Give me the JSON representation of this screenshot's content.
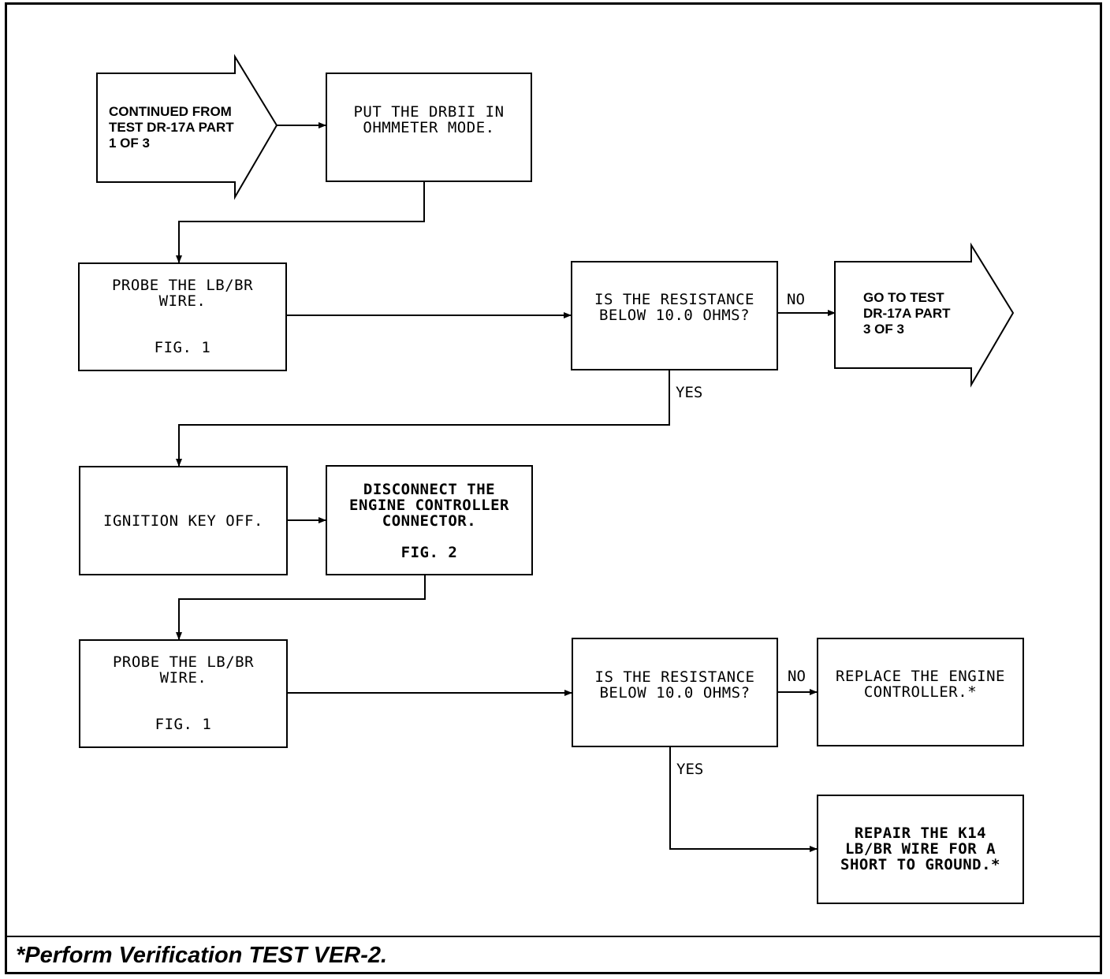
{
  "start": {
    "line1": "CONTINUED FROM",
    "line2": "TEST DR-17A PART",
    "line3": "1 OF 3"
  },
  "step1": {
    "line1": "PUT THE DRBII IN",
    "line2": "OHMMETER MODE."
  },
  "step2": {
    "line1": "PROBE THE LB/BR",
    "line2": "WIRE.",
    "fig": "FIG. 1"
  },
  "decision1": {
    "line1": "IS THE RESISTANCE",
    "line2": "BELOW 10.0 OHMS?",
    "no": "NO",
    "yes": "YES"
  },
  "goto": {
    "line1": "GO TO TEST",
    "line2": "DR-17A PART",
    "line3": "3 OF 3"
  },
  "step3": {
    "line1": "IGNITION KEY OFF."
  },
  "step4": {
    "line1": "DISCONNECT THE",
    "line2": "ENGINE CONTROLLER",
    "line3": "CONNECTOR.",
    "fig": "FIG. 2"
  },
  "step5": {
    "line1": "PROBE THE LB/BR",
    "line2": "WIRE.",
    "fig": "FIG. 1"
  },
  "decision2": {
    "line1": "IS THE RESISTANCE",
    "line2": "BELOW 10.0 OHMS?",
    "no": "NO",
    "yes": "YES"
  },
  "replace": {
    "line1": "REPLACE THE ENGINE",
    "line2": "CONTROLLER.*"
  },
  "repair": {
    "line1": "REPAIR THE K14",
    "line2": "LB/BR WIRE FOR A",
    "line3": "SHORT TO GROUND.*"
  },
  "footnote": "*Perform Verification TEST VER-2."
}
